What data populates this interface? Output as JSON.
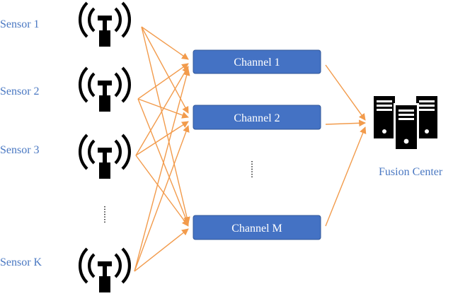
{
  "sensors": [
    {
      "label": "Sensor 1"
    },
    {
      "label": "Sensor 2"
    },
    {
      "label": "Sensor 3"
    },
    {
      "label": "Sensor K"
    }
  ],
  "channels": [
    {
      "label": "Channel 1"
    },
    {
      "label": "Channel 2"
    },
    {
      "label": "Channel M"
    }
  ],
  "fusion_center": {
    "label": "Fusion Center"
  },
  "colors": {
    "sensor_text": "#4a78c2",
    "channel_fill": "#4472c4",
    "arrow": "#f29b4c"
  },
  "icons": {
    "sensor": "antenna-tower-icon",
    "fusion_center": "server-rack-icon"
  }
}
